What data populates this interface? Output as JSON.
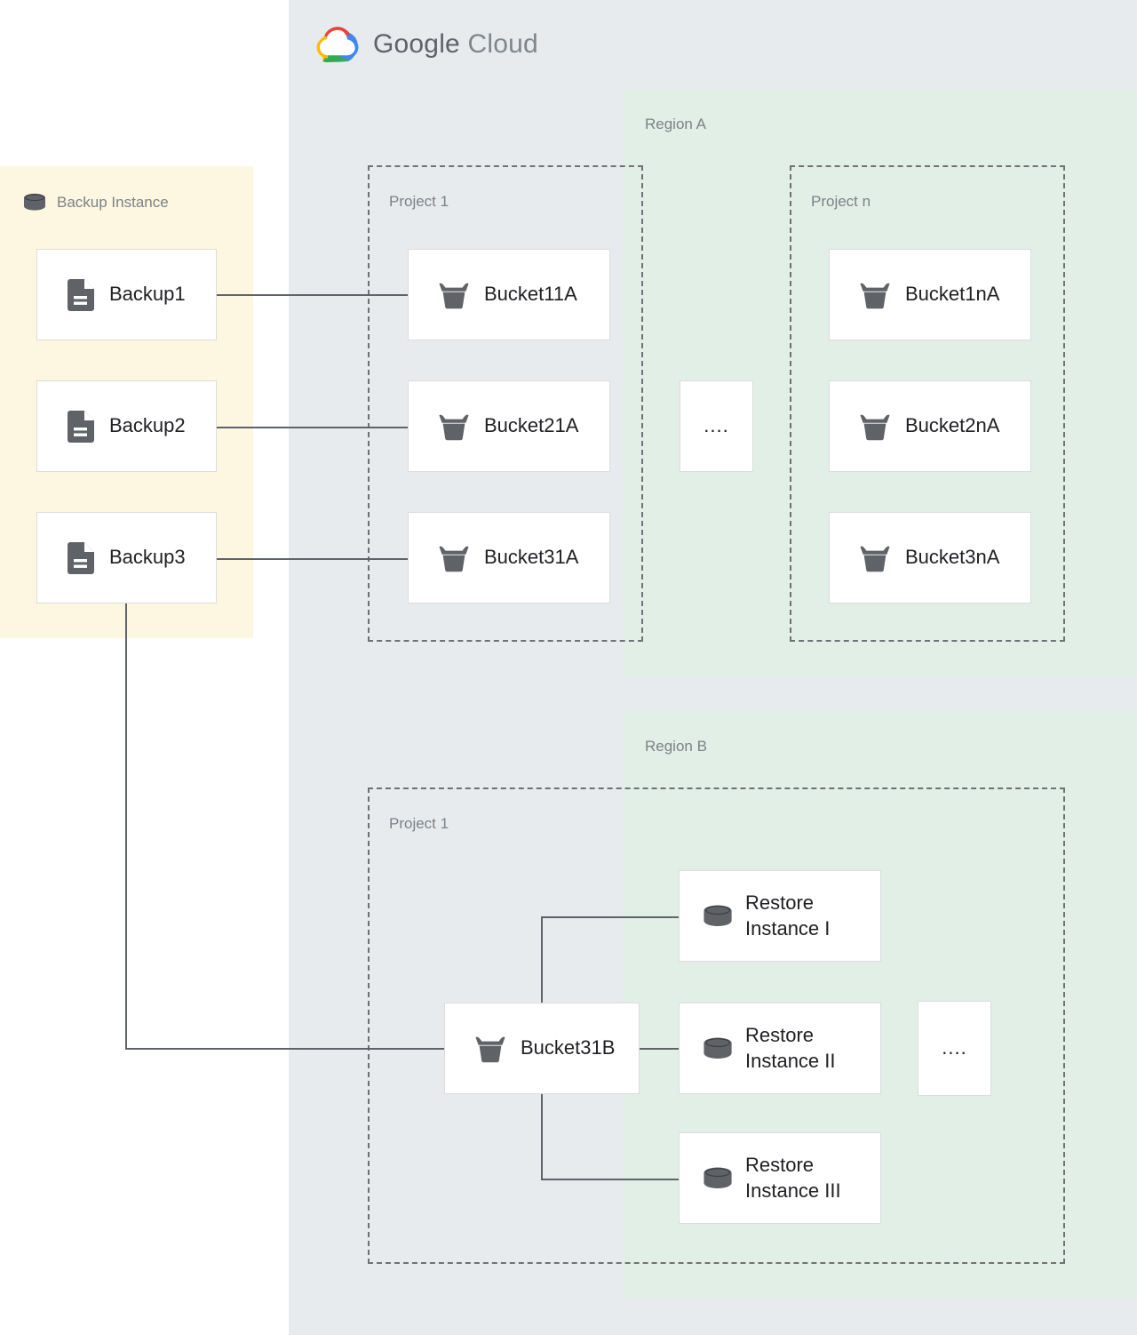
{
  "cloud": {
    "brand_word_1": "Google",
    "brand_word_2": "Cloud",
    "logo_icon": "google-cloud-logo",
    "colors": {
      "logo_red": "#ea4335",
      "logo_blue": "#4285f4",
      "logo_yellow": "#fbbc04",
      "logo_green": "#34a853",
      "container_bg": "#e8ebed",
      "region_bg": "#e2efe7",
      "backup_panel_bg": "#fdf6e0",
      "card_bg": "#ffffff",
      "card_border": "#dcdcdc",
      "dashed_border": "#6f7275",
      "connector": "#5f6368",
      "icon_gray": "#5f6368",
      "label_gray": "#7b8287",
      "text_dark": "#202124"
    }
  },
  "backup_instance": {
    "title": "Backup Instance",
    "icon": "database-cylinder-icon",
    "backups": [
      {
        "label": "Backup1",
        "icon": "document-file-icon"
      },
      {
        "label": "Backup2",
        "icon": "document-file-icon"
      },
      {
        "label": "Backup3",
        "icon": "document-file-icon"
      }
    ]
  },
  "region_a": {
    "label": "Region A",
    "projects": [
      {
        "label": "Project 1",
        "buckets": [
          {
            "label": "Bucket11A",
            "icon": "storage-bucket-icon"
          },
          {
            "label": "Bucket21A",
            "icon": "storage-bucket-icon"
          },
          {
            "label": "Bucket31A",
            "icon": "storage-bucket-icon"
          }
        ]
      },
      {
        "label": "Project n",
        "buckets": [
          {
            "label": "Bucket1nA",
            "icon": "storage-bucket-icon"
          },
          {
            "label": "Bucket2nA",
            "icon": "storage-bucket-icon"
          },
          {
            "label": "Bucket3nA",
            "icon": "storage-bucket-icon"
          }
        ]
      }
    ],
    "ellipsis": "...."
  },
  "region_b": {
    "label": "Region B",
    "project": {
      "label": "Project 1",
      "bucket": {
        "label": "Bucket31B",
        "icon": "storage-bucket-icon"
      },
      "restore_instances": [
        {
          "label": "Restore\nInstance I",
          "icon": "database-cylinder-icon"
        },
        {
          "label": "Restore\nInstance II",
          "icon": "database-cylinder-icon"
        },
        {
          "label": "Restore\nInstance III",
          "icon": "database-cylinder-icon"
        }
      ],
      "ellipsis": "...."
    }
  }
}
